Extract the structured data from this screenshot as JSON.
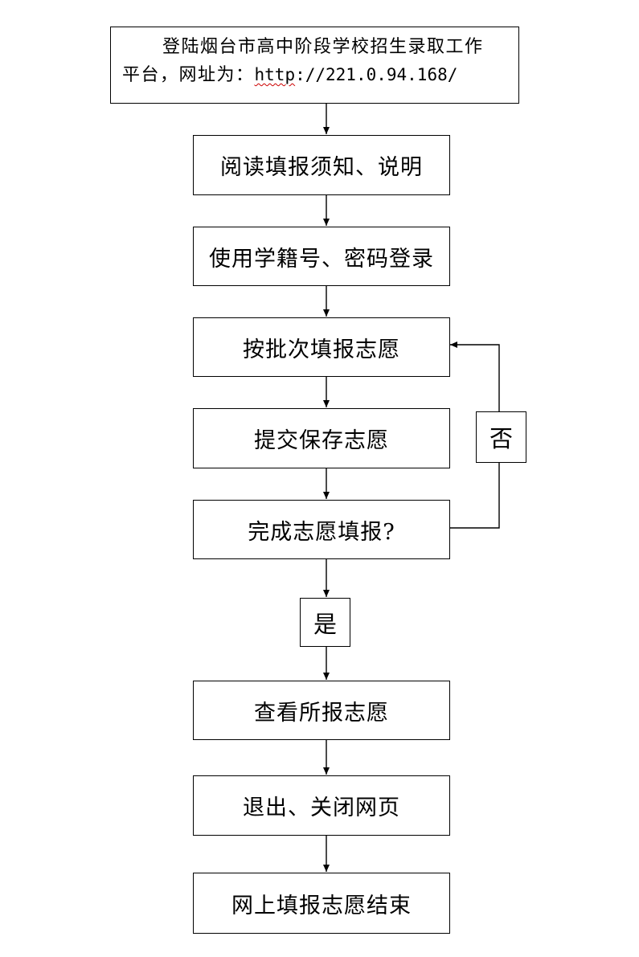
{
  "flowchart": {
    "intro": {
      "line1": "登陆烟台市高中阶段学校招生录取工作",
      "line2_prefix": "平台，网址为：",
      "url_http": "http",
      "url_rest": "://221.0.94.168/"
    },
    "steps": {
      "read_notice": "阅读填报须知、说明",
      "login": "使用学籍号、密码登录",
      "fill_by_batch": "按批次填报志愿",
      "submit_save": "提交保存志愿",
      "complete_question": "完成志愿填报?",
      "view_choices": "查看所报志愿",
      "exit_close": "退出、关闭网页",
      "end": "网上填报志愿结束"
    },
    "branches": {
      "no": "否",
      "yes": "是"
    }
  }
}
